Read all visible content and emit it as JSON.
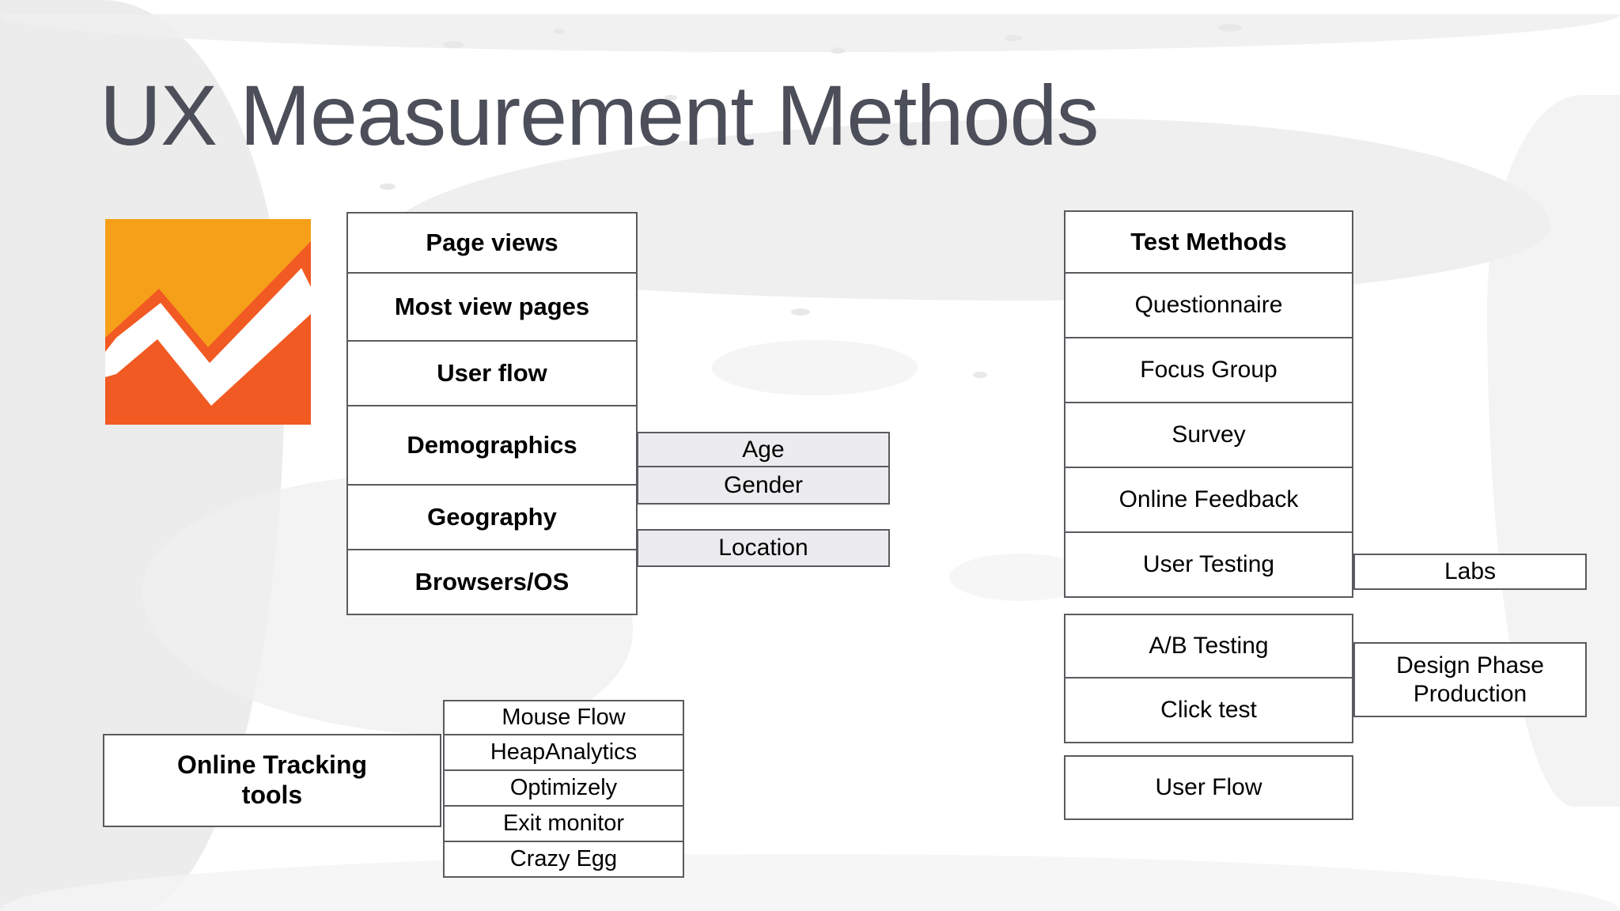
{
  "slide": {
    "title": "UX Measurement Methods",
    "title_color": "#4c4f5a",
    "background_color": "#ffffff",
    "border_color": "#5a5a5f",
    "gray_fill": "#ececef"
  },
  "logo": {
    "name": "google-analytics-logo",
    "orange": "#F6A01A",
    "red_orange": "#F15A22",
    "white": "#ffffff"
  },
  "analytics_metrics": {
    "items": [
      {
        "label": "Page views"
      },
      {
        "label": "Most view pages"
      },
      {
        "label": "User flow"
      },
      {
        "label": "Demographics"
      },
      {
        "label": "Geography"
      },
      {
        "label": "Browsers/OS"
      }
    ]
  },
  "demographics_sub": {
    "items": [
      {
        "label": "Age"
      },
      {
        "label": "Gender"
      }
    ]
  },
  "geography_sub": {
    "items": [
      {
        "label": "Location"
      }
    ]
  },
  "test_methods": {
    "header": "Test Methods",
    "items": [
      {
        "label": "Questionnaire"
      },
      {
        "label": "Focus Group"
      },
      {
        "label": "Survey"
      },
      {
        "label": "Online Feedback"
      },
      {
        "label": "User Testing"
      }
    ]
  },
  "test_methods_group2": {
    "items": [
      {
        "label": "A/B Testing"
      },
      {
        "label": "Click test"
      }
    ]
  },
  "test_methods_group3": {
    "items": [
      {
        "label": "User Flow"
      }
    ]
  },
  "user_testing_sub": {
    "items": [
      {
        "label": "Labs"
      }
    ]
  },
  "ab_testing_sub": {
    "items": [
      {
        "line1": "Design Phase",
        "line2": "Production"
      }
    ]
  },
  "tracking_tools": {
    "label_line1": "Online Tracking",
    "label_line2": "tools",
    "items": [
      {
        "label": "Mouse Flow"
      },
      {
        "label": "HeapAnalytics"
      },
      {
        "label": "Optimizely"
      },
      {
        "label": "Exit monitor"
      },
      {
        "label": "Crazy Egg"
      }
    ]
  }
}
